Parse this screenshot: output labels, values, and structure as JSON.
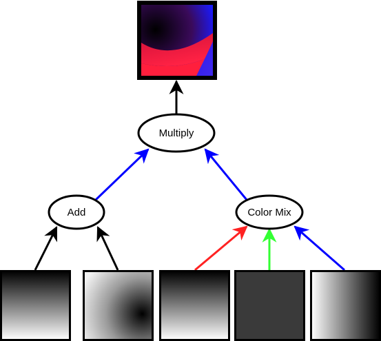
{
  "nodes": {
    "multiply": {
      "label": "Multiply"
    },
    "add": {
      "label": "Add"
    },
    "color_mix": {
      "label": "Color Mix"
    }
  },
  "edge_colors": {
    "black": "#000000",
    "blue": "#0000ff",
    "red": "#ff2222",
    "green": "#33ff33"
  }
}
